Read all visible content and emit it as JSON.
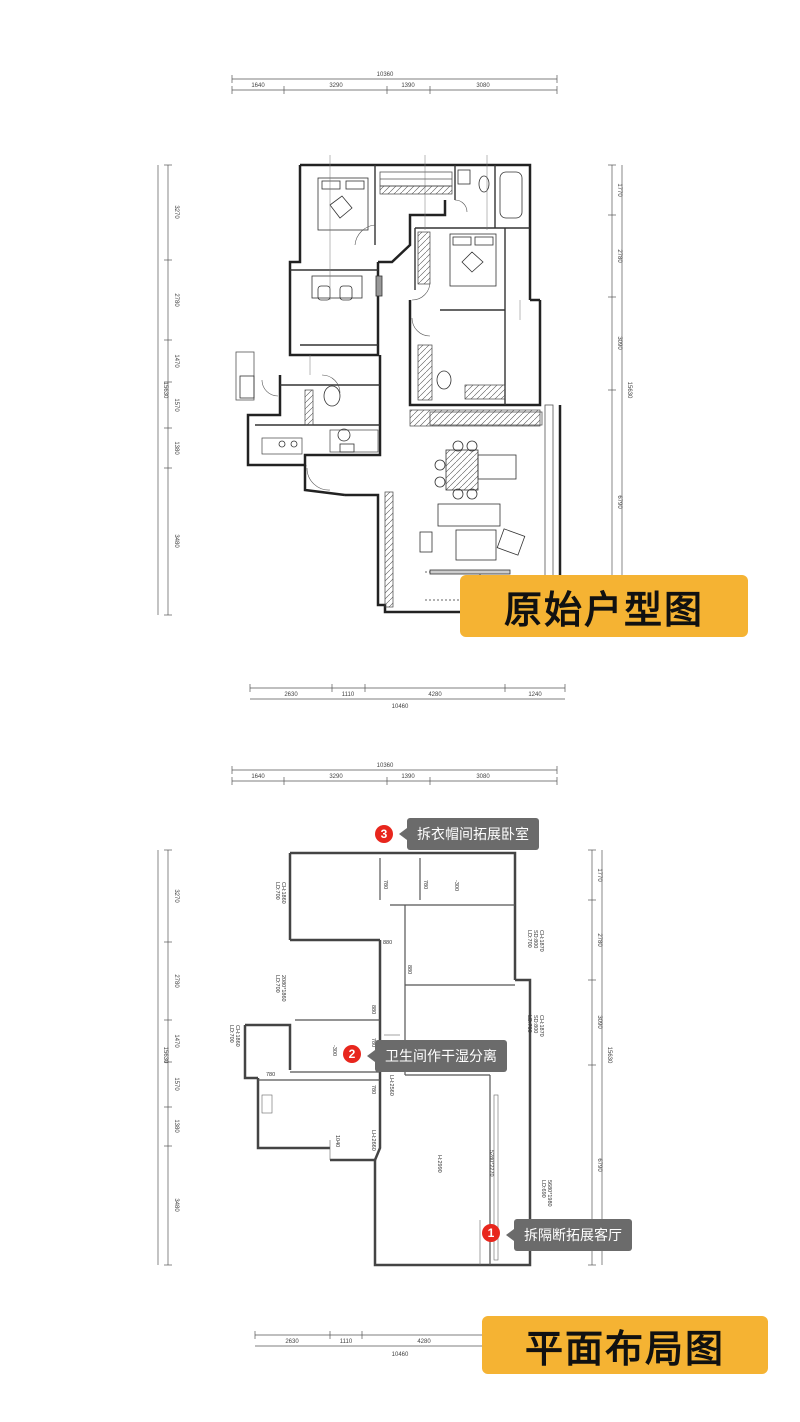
{
  "diagram": {
    "top_title": "原始户型图",
    "bottom_title": "平面布局图",
    "callouts": [
      {
        "number": "3",
        "text": "拆衣帽间拓展卧室"
      },
      {
        "number": "2",
        "text": "卫生间作干湿分离"
      },
      {
        "number": "1",
        "text": "拆隔断拓展客厅"
      }
    ],
    "dimensions": {
      "top_total": "10360",
      "top_segments": [
        "1640",
        "3290",
        "1390",
        "3080"
      ],
      "bottom_total": "10460",
      "bottom_segments": [
        "2630",
        "1110",
        "4280",
        "1240"
      ],
      "left_total": "15630",
      "left_segments": [
        "3270",
        "2780",
        "1470",
        "1570",
        "1380",
        "3480"
      ],
      "right_total": "15630",
      "right_segments": [
        "1770",
        "2780",
        "3090",
        "6790"
      ]
    },
    "plan_labels": {
      "l1": "CH:1860",
      "l2": "LD:700",
      "l3": "780",
      "l4": "780",
      "l5": "-300",
      "l6": "880",
      "l7": "CH:1870",
      "l8": "SD:800",
      "l9": "LD:700",
      "l10": "2080*1860",
      "l11": "LD:700",
      "l12": "880",
      "l13": "880",
      "l14": "CH:1860",
      "l15": "LD:700",
      "l16": "-300",
      "l17": "780",
      "l18": "780",
      "l19": "LH:2560",
      "l20": "1040",
      "l21": "LH:2660",
      "l22": "H:2990",
      "l23": "5280*2270",
      "l24": "5680*1980",
      "l25": "LD:690",
      "l26": "CH:1870",
      "l27": "SD:800",
      "l28": "LD:700",
      "l29": "780"
    }
  }
}
